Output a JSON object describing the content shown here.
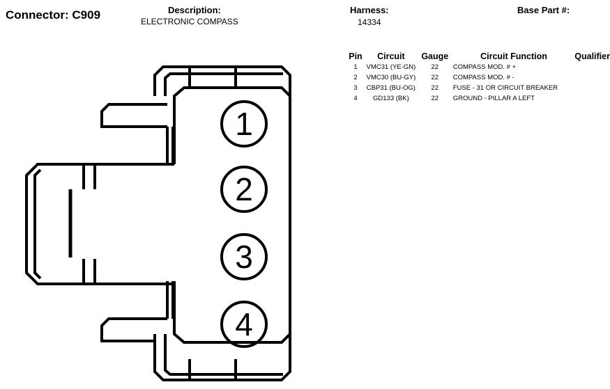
{
  "header": {
    "connector": "Connector: C909",
    "description_label": "Description:",
    "description": "ELECTRONIC COMPASS",
    "harness_label": "Harness:",
    "harness": "14334",
    "base_part_label": "Base Part #:"
  },
  "table": {
    "columns": [
      "Pin",
      "Circuit",
      "Gauge",
      "Circuit Function",
      "Qualifier"
    ],
    "rows": [
      {
        "pin": "1",
        "circuit": "VMC31 (YE-GN)",
        "gauge": "22",
        "function": "COMPASS MOD. # +",
        "qualifier": ""
      },
      {
        "pin": "2",
        "circuit": "VMC30 (BU-GY)",
        "gauge": "22",
        "function": "COMPASS MOD. # -",
        "qualifier": ""
      },
      {
        "pin": "3",
        "circuit": "CBP31 (BU-OG)",
        "gauge": "22",
        "function": "FUSE - 31 OR CIRCUIT BREAKER",
        "qualifier": ""
      },
      {
        "pin": "4",
        "circuit": "GD133 (BK)",
        "gauge": "22",
        "function": "GROUND - PILLAR A LEFT",
        "qualifier": ""
      }
    ]
  },
  "diagram": {
    "pins": [
      "1",
      "2",
      "3",
      "4"
    ]
  }
}
